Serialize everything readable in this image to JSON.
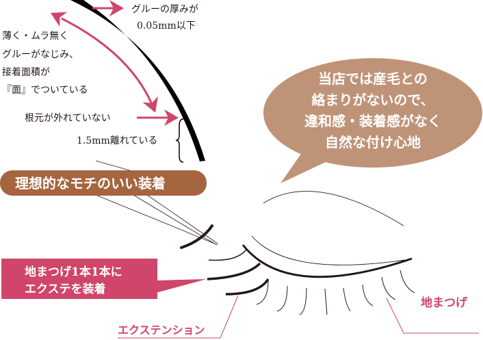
{
  "colors": {
    "accent_pink": "#d0456a",
    "pill_brown": "#a5653f",
    "bubble_tan": "#bf9378",
    "ink": "#231815"
  },
  "annotations": {
    "glue_thickness": [
      "グルーの厚み が",
      "0.05mm以下"
    ],
    "glue_surface": [
      "薄く・ムラ無く",
      "グルーがなじみ、",
      "接着面積が",
      "『面』でついている"
    ],
    "root_not_detached": "根元が外れていない",
    "distance": "1.5mm離れている"
  },
  "pill_label": "理想的なモチのいい装着",
  "bubble_lines": [
    "当店では産毛との",
    "絡まりがないので、",
    "違和感・装着感がなく",
    "自然な付け心地"
  ],
  "pink_box_lines": [
    "地まつげ1本1本に",
    "エクステを装着"
  ],
  "label_natural_lash": "地まつげ",
  "label_extension": "エクステンション"
}
